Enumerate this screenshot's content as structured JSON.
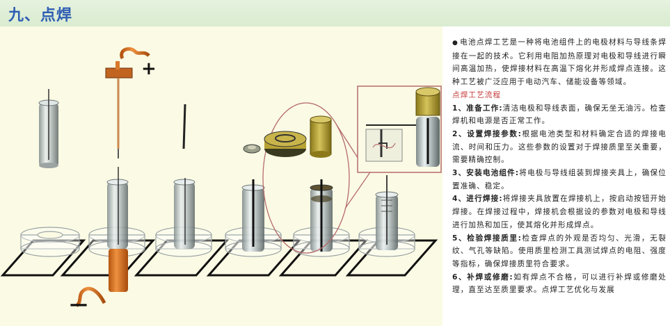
{
  "header": {
    "title": "九、点焊"
  },
  "diagram": {
    "plus_sign": "+",
    "minus_sign": "—"
  },
  "text": {
    "intro": "电池点焊工艺是一种将电池组件上的电极材料与导线条焊接在一起的技术。它利用电阻加热原理对电极和导线进行瞬间高温加热，使焊接材料在高温下熔化并形成焊点连接。这种工艺被广泛应用于电动汽车、储能设备等领域。",
    "flow_title": "点焊工艺流程",
    "steps": [
      {
        "label": "1、准备工作:",
        "body": "清洁电极和导线表面，确保无坐无油污。检查焊机和电源是否正常工作。"
      },
      {
        "label": "2、设置焊接参数:",
        "body": "根据电池类型和材料确定合适的焊接电流、时间和压力。这些参数的设置对于焊接质里至关重要，需要精确控制。"
      },
      {
        "label": "3、安装电池组件:",
        "body": "将电极与导线组装到焊接夹具上，确保位置准确、稳定。"
      },
      {
        "label": "4、进行焊接:",
        "body": "将焊接夹具放置在焊接机上，按启动按钮开始焊接。在焊接过程中，焊接机会根据设的参数对电极和导线进行加热和加压，使其熔化并形成焊点。"
      },
      {
        "label": "5、检验焊接质里:",
        "body": "检查焊点的外观是否均匀、光滑，无裂纹、气孔等缺陷。使用质里检测工具测试焊点的电阻、强度等指标，确保焊接质里符合要求。"
      },
      {
        "label": "6、补焊或修磨:",
        "body": "如有焊点不合格，可以进行补焊或修磨处理，直至达至质里要求。点焊工艺优化与发展"
      }
    ]
  },
  "colors": {
    "header_bg": "#d9ecd0",
    "header_title": "#2f5db3",
    "panel_bg": "#fbfae4",
    "highlight_red": "#c73a3a",
    "copper": "#d87a2a",
    "gold_cap": "#b8a233"
  }
}
